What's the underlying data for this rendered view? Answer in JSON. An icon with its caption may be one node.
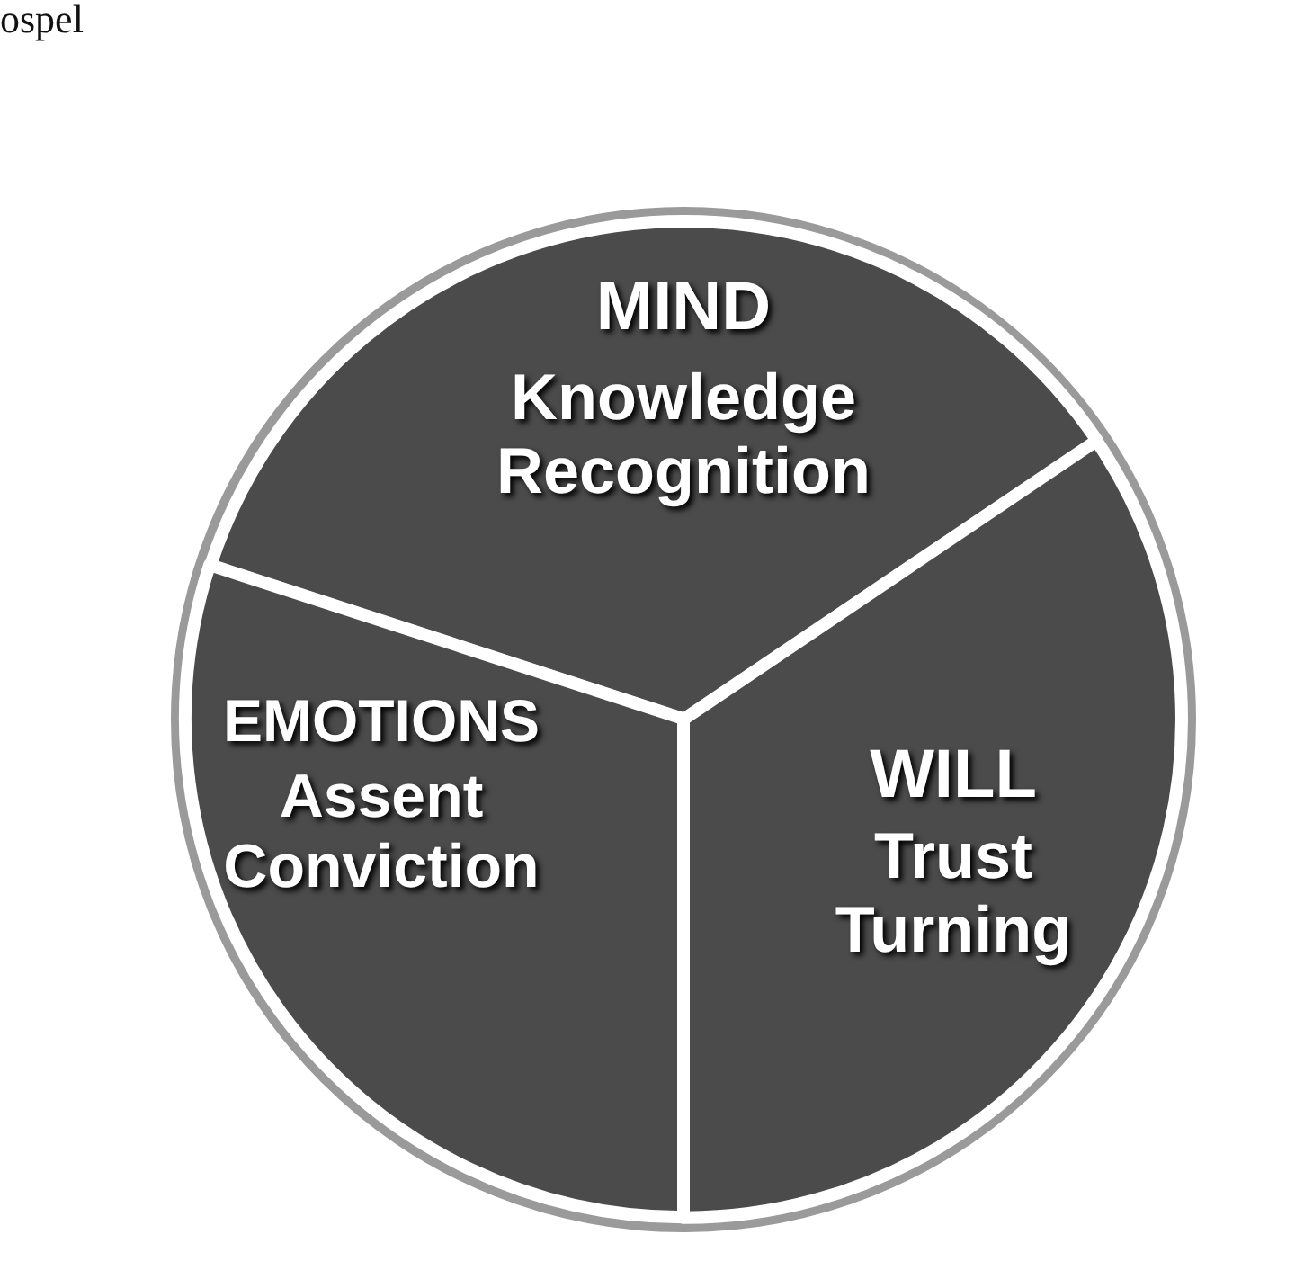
{
  "diagram": {
    "nodes": [
      {
        "text": [],
        "shape": "circle"
      },
      {
        "text": [
          "MIND",
          "Knowledge Recognition"
        ],
        "in": 0
      },
      {
        "text": [
          "EMOTIONS",
          "Assent Conviction"
        ],
        "in": 0
      },
      {
        "text": [
          "WILL",
          "Trust Turning"
        ],
        "in": 0
      }
    ],
    "labels": [
      "ospel"
    ]
  }
}
